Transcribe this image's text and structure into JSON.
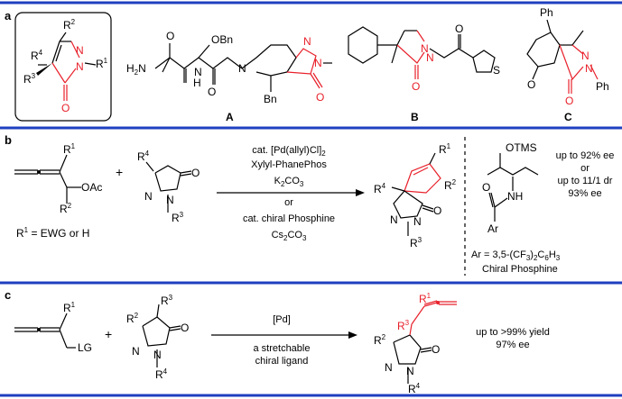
{
  "panels": {
    "a": {
      "label": "a",
      "core": {
        "R1": "R",
        "R1s": "1",
        "R2": "R",
        "R2s": "2",
        "R3": "R",
        "R3s": "3",
        "R4": "R",
        "R4s": "4",
        "N1": "N",
        "N2": "N",
        "O": "O"
      },
      "A": {
        "compound_label": "A",
        "H2N": "H",
        "H2Ns": "2",
        "H2Nn": "N",
        "OBn": "OBn",
        "Bn": "Bn",
        "N_amide": "N",
        "H_amide": "H",
        "O1": "O",
        "O2": "O",
        "N_pip": "N",
        "N3": "N",
        "N4": "N",
        "O3": "O"
      },
      "B": {
        "compound_label": "B",
        "N1": "N",
        "N2": "N",
        "O1": "O",
        "O2": "O",
        "S": "S"
      },
      "C": {
        "compound_label": "C",
        "Ph1": "Ph",
        "Ph2": "Ph",
        "N1": "N",
        "N2": "N",
        "O1": "O",
        "O2": "O"
      }
    },
    "b": {
      "label": "b",
      "allene": {
        "R1": "R",
        "R1s": "1",
        "R2": "R",
        "R2s": "2",
        "OAc": "OAc"
      },
      "plus": "+",
      "pyrazolone": {
        "R4": "R",
        "R4s": "4",
        "R3": "R",
        "R3s": "3",
        "N1": "N",
        "N2": "N",
        "O": "O"
      },
      "note": {
        "lhs": "R",
        "sup": "1",
        "rhs": " = EWG or H"
      },
      "conditions_above": [
        {
          "pre": "cat. [Pd(allyl)Cl]",
          "sub": "2",
          "post": ""
        },
        {
          "pre": "Xylyl-PhanePhos",
          "sub": "",
          "post": ""
        },
        {
          "pre": "K",
          "sub": "2",
          "post": "CO",
          "sub2": "3"
        }
      ],
      "conditions_below": [
        {
          "pre": "or",
          "sub": "",
          "post": ""
        },
        {
          "pre": "cat. chiral Phosphine",
          "sub": "",
          "post": ""
        },
        {
          "pre": "Cs",
          "sub": "2",
          "post": "CO",
          "sub2": "3"
        }
      ],
      "product": {
        "R1": "R",
        "R1s": "1",
        "R2": "R",
        "R2s": "2",
        "R3": "R",
        "R3s": "3",
        "R4": "R",
        "R4s": "4",
        "N1": "N",
        "N2": "N",
        "O": "O"
      },
      "phosphine": {
        "OTMS": "OTMS",
        "NH": "NH",
        "O": "O",
        "Ar": "Ar"
      },
      "ar_def": {
        "t1": "Ar = 3,5-(CF",
        "s1": "3",
        "t2": ")",
        "s2": "2",
        "t3": "C",
        "s3": "6",
        "t4": "H",
        "s4": "3"
      },
      "phosphine_caption": "Chiral Phosphine",
      "results": [
        "up to 92% ee",
        "or",
        "up to 11/1 dr",
        "93% ee"
      ]
    },
    "c": {
      "label": "c",
      "allene": {
        "R1": "R",
        "R1s": "1",
        "LG": "LG"
      },
      "plus": "+",
      "pyrazolone": {
        "R2": "R",
        "R2s": "2",
        "R3": "R",
        "R3s": "3",
        "R4": "R",
        "R4s": "4",
        "N1": "N",
        "N2": "N",
        "O": "O"
      },
      "catalyst": "[Pd]",
      "ligand": [
        "a stretchable",
        "chiral ligand"
      ],
      "product": {
        "R1": "R",
        "R1s": "1",
        "R2": "R",
        "R2s": "2",
        "R3": "R",
        "R3s": "3",
        "R4": "R",
        "R4s": "4",
        "N1": "N",
        "N2": "N",
        "O": "O"
      },
      "results": [
        "up to >99% yield",
        "97% ee"
      ]
    }
  },
  "colors": {
    "rule": "#1f3fbf",
    "highlight": "#e8202a",
    "ink": "#000000"
  }
}
